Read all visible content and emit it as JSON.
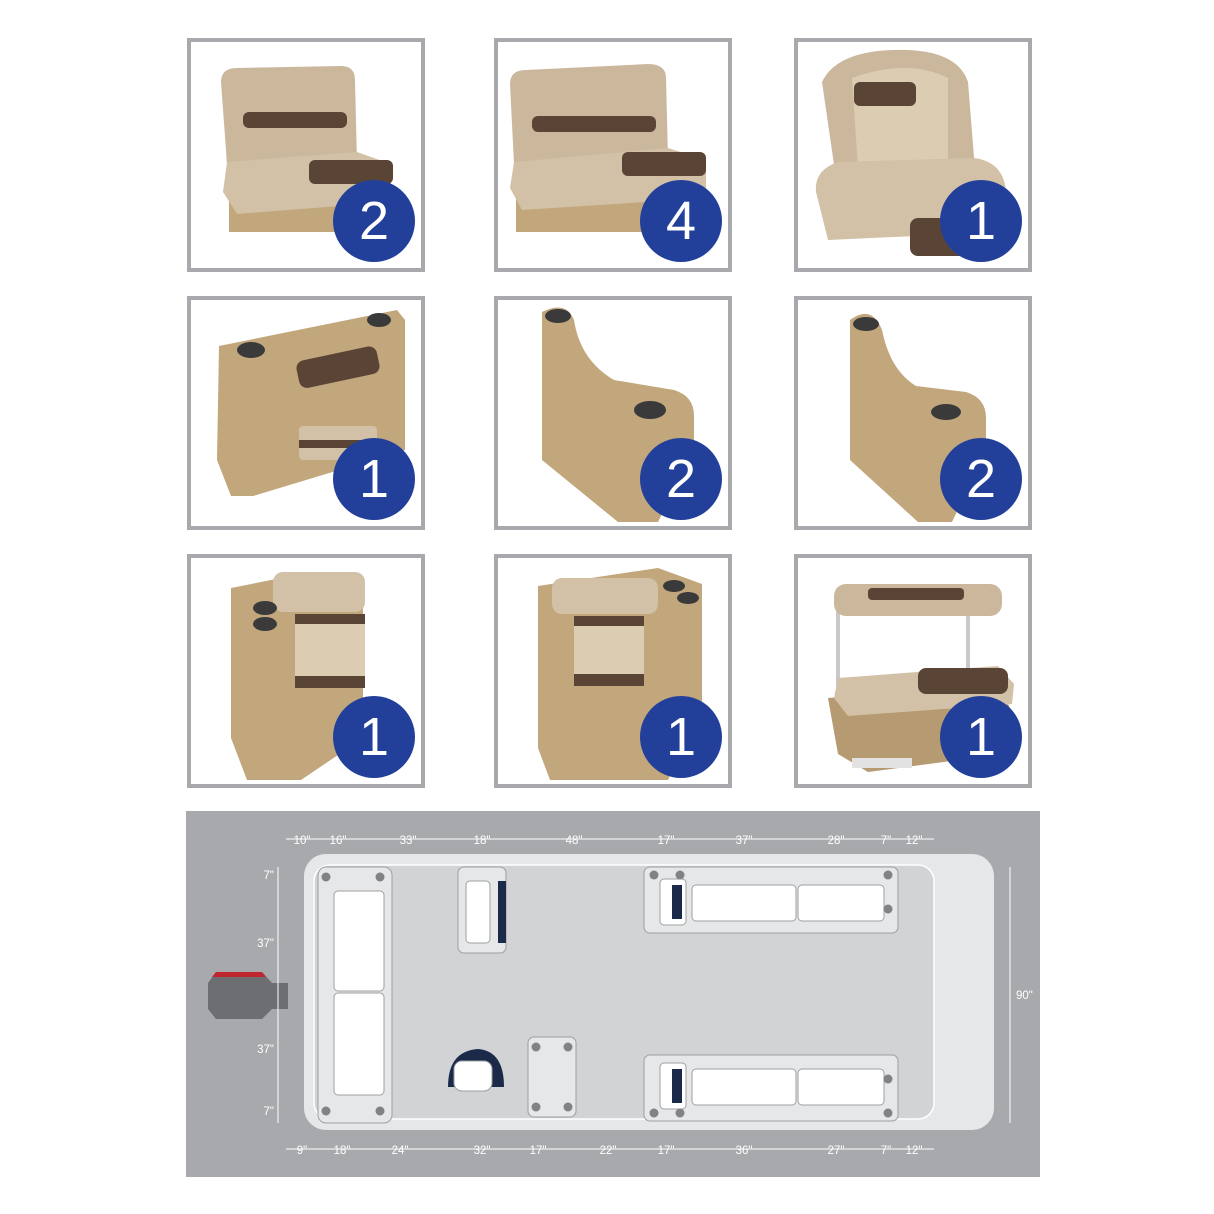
{
  "products": [
    {
      "name": "bench-seat-small",
      "qty": "2"
    },
    {
      "name": "bench-seat-large",
      "qty": "4"
    },
    {
      "name": "captain-bucket-seat",
      "qty": "1"
    },
    {
      "name": "console-with-storage",
      "qty": "1"
    },
    {
      "name": "armrest-lounge-base",
      "qty": "2"
    },
    {
      "name": "armrest-lounge-base-short",
      "qty": "2"
    },
    {
      "name": "corner-lounge-seat",
      "qty": "1"
    },
    {
      "name": "corner-lounge-seat-with-cupholders",
      "qty": "1"
    },
    {
      "name": "flip-flop-back-seat",
      "qty": "1"
    }
  ],
  "colors": {
    "badge": "#22409a",
    "frame": "#a7a9ac",
    "tan": "#c8b18e",
    "tan_dark": "#b59a72",
    "accent_brown": "#5a4436"
  },
  "dimensions": {
    "top": [
      "10\"",
      "16\"",
      "33\"",
      "18\"",
      "48\"",
      "17\"",
      "37\"",
      "28\"",
      "7\"",
      "12\""
    ],
    "bottom": [
      "9\"",
      "18\"",
      "24\"",
      "32\"",
      "17\"",
      "22\"",
      "17\"",
      "36\"",
      "27\"",
      "7\"",
      "12\""
    ],
    "left": [
      "7\"",
      "37\"",
      "37\"",
      "7\""
    ],
    "right": "90\""
  }
}
